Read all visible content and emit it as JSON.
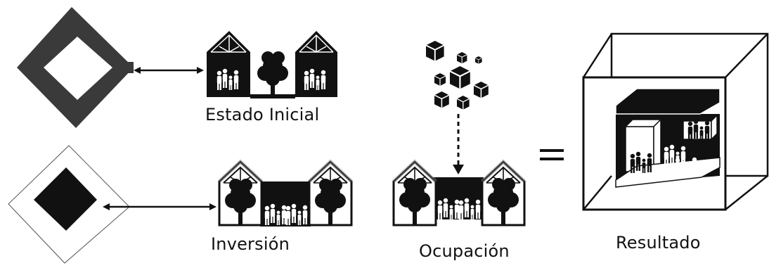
{
  "labels": {
    "estado_inicial": "Estado Inicial",
    "inversion": "Inversión",
    "ocupacion": "Ocupación",
    "resultado": "Resultado",
    "equals": "="
  },
  "colors": {
    "ink": "#111111",
    "frame_grey": "#3a3a3a",
    "background": "#ffffff"
  },
  "icons": [
    "plan-frame-icon",
    "plan-block-icon",
    "house-icon",
    "tree-icon",
    "people-icon",
    "cube-icon",
    "double-arrow-icon",
    "dashed-arrow-icon",
    "equals-icon"
  ]
}
